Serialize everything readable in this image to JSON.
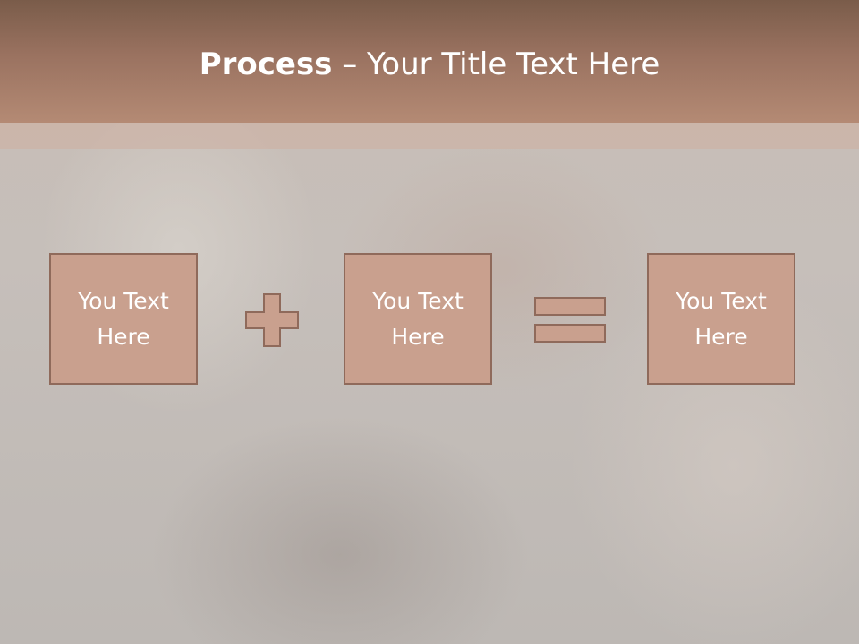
{
  "slide": {
    "title_bold": "Process",
    "title_rest": " – Your Title Text Here"
  },
  "process": {
    "boxes": [
      {
        "text": "You Text Here"
      },
      {
        "text": "You Text Here"
      },
      {
        "text": "You Text Here"
      }
    ],
    "operators": [
      "plus-icon",
      "equals-icon"
    ]
  },
  "colors": {
    "header": "#9a7260",
    "box_fill": "#c9a08e",
    "box_border": "#8f6a5b",
    "text": "#ffffff"
  }
}
